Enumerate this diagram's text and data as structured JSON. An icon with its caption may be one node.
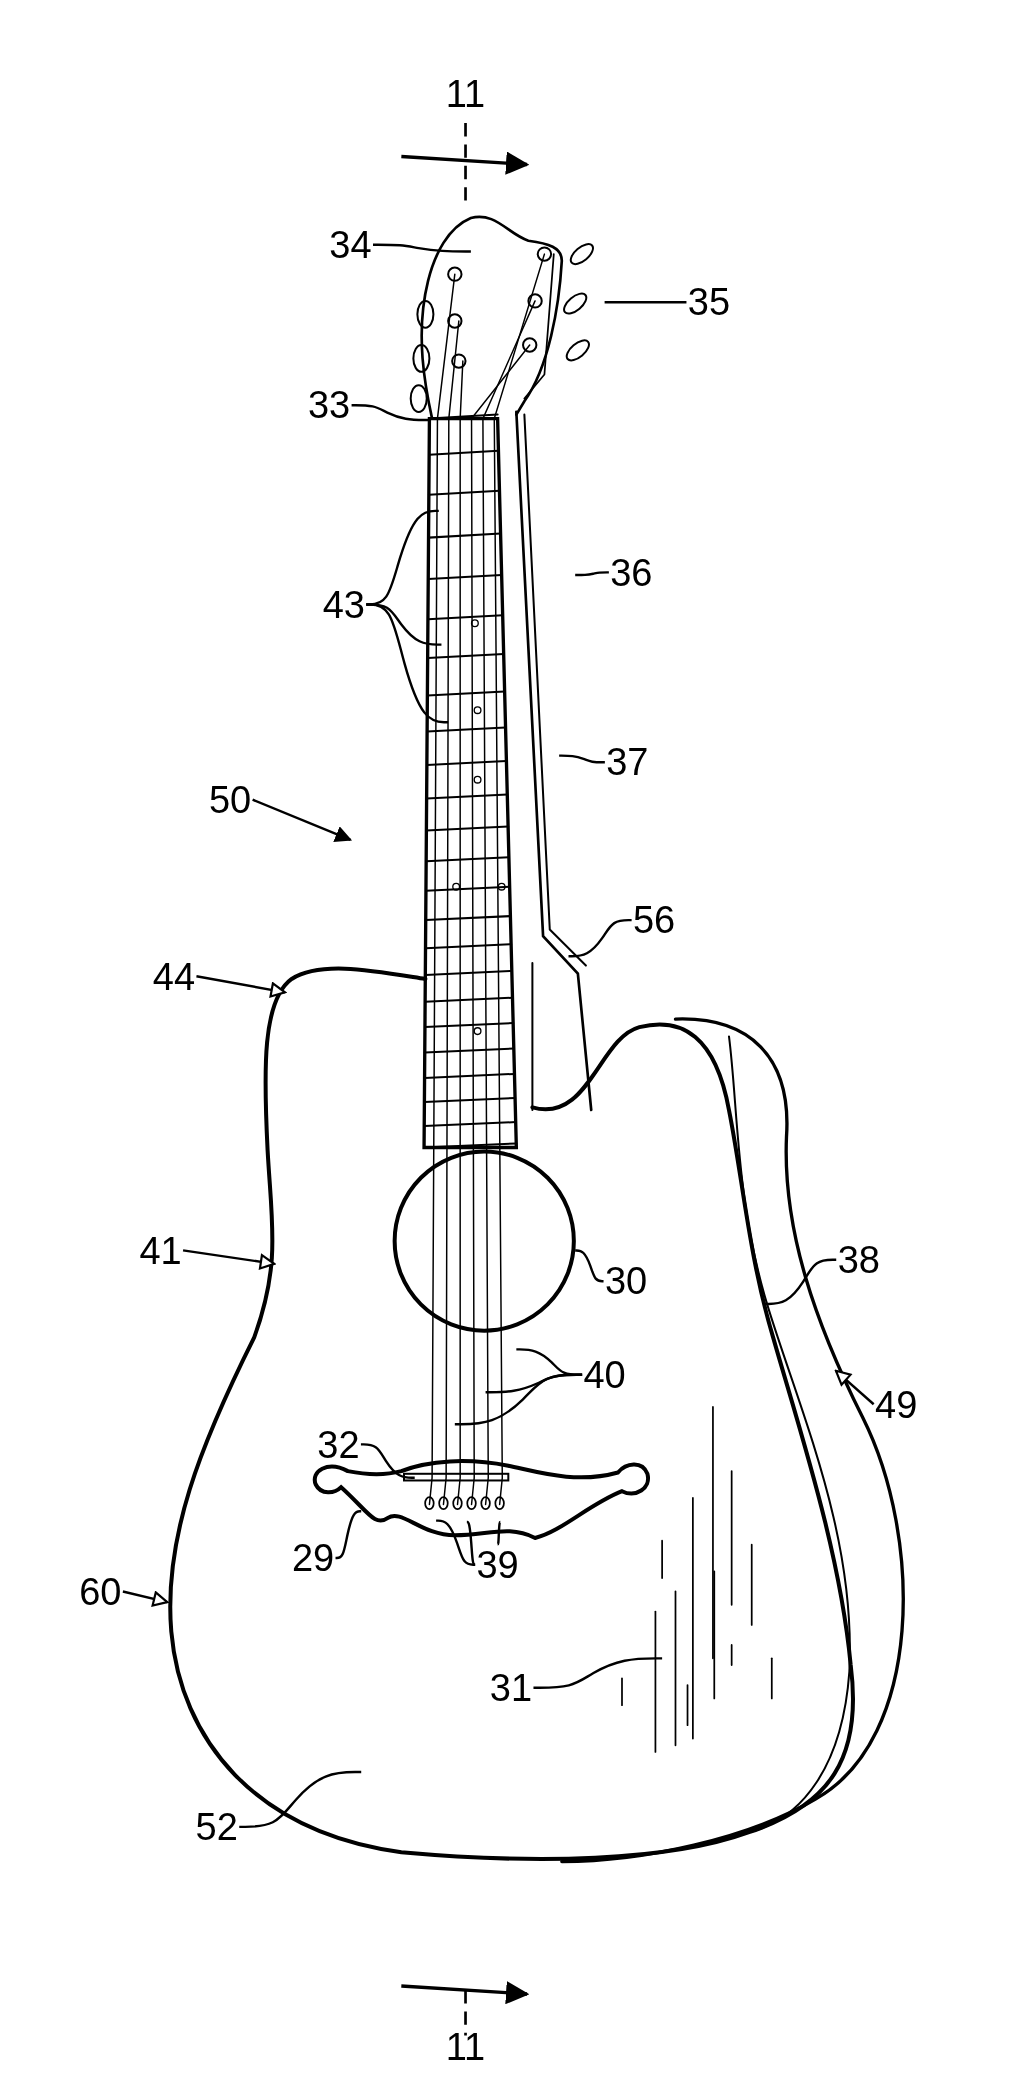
{
  "diagram": {
    "nodes": [
      {
        "text": [
          "34"
        ]
      },
      {
        "text": [
          "35"
        ]
      },
      {
        "text": [
          "33"
        ]
      },
      {
        "text": [
          "43"
        ]
      },
      {
        "text": [
          "36"
        ]
      },
      {
        "text": [
          "37"
        ]
      },
      {
        "text": [
          "50"
        ]
      },
      {
        "text": [
          "56"
        ]
      },
      {
        "text": [
          "44"
        ]
      },
      {
        "text": [
          "41"
        ]
      },
      {
        "text": [
          "30"
        ]
      },
      {
        "text": [
          "38"
        ]
      },
      {
        "text": [
          "40"
        ]
      },
      {
        "text": [
          "49"
        ]
      },
      {
        "text": [
          "32"
        ]
      },
      {
        "text": [
          "29"
        ]
      },
      {
        "text": [
          "39"
        ]
      },
      {
        "text": [
          "60"
        ]
      },
      {
        "text": [
          "31"
        ]
      },
      {
        "text": [
          "52"
        ]
      }
    ],
    "edges": [
      {
        "from": 0,
        "to": null,
        "arrow": "none"
      },
      {
        "from": 1,
        "to": null,
        "arrow": "none"
      },
      {
        "from": 2,
        "to": null,
        "arrow": "none"
      },
      {
        "from": 3,
        "to": null,
        "arrow": "none"
      },
      {
        "from": 3,
        "to": null,
        "arrow": "none"
      },
      {
        "from": 3,
        "to": null,
        "arrow": "none"
      },
      {
        "from": 4,
        "to": null,
        "arrow": "none"
      },
      {
        "from": 5,
        "to": null,
        "arrow": "none"
      },
      {
        "from": 6,
        "to": null,
        "arrow": "to"
      },
      {
        "from": 7,
        "to": null,
        "arrow": "none"
      },
      {
        "from": 8,
        "to": null,
        "arrow": "to"
      },
      {
        "from": 9,
        "to": null,
        "arrow": "to"
      },
      {
        "from": 10,
        "to": null,
        "arrow": "none"
      },
      {
        "from": 11,
        "to": null,
        "arrow": "none"
      },
      {
        "from": 12,
        "to": null,
        "arrow": "none"
      },
      {
        "from": 12,
        "to": null,
        "arrow": "none"
      },
      {
        "from": 12,
        "to": null,
        "arrow": "none"
      },
      {
        "from": 13,
        "to": null,
        "arrow": "to"
      },
      {
        "from": 14,
        "to": null,
        "arrow": "none"
      },
      {
        "from": 15,
        "to": null,
        "arrow": "none"
      },
      {
        "from": 16,
        "to": null,
        "arrow": "none"
      },
      {
        "from": 16,
        "to": null,
        "arrow": "none"
      },
      {
        "from": 16,
        "to": null,
        "arrow": "none"
      },
      {
        "from": 17,
        "to": null,
        "arrow": "to"
      },
      {
        "from": 18,
        "to": null,
        "arrow": "none"
      },
      {
        "from": 19,
        "to": null,
        "arrow": "none"
      }
    ],
    "labels": [
      "11",
      "11"
    ]
  }
}
